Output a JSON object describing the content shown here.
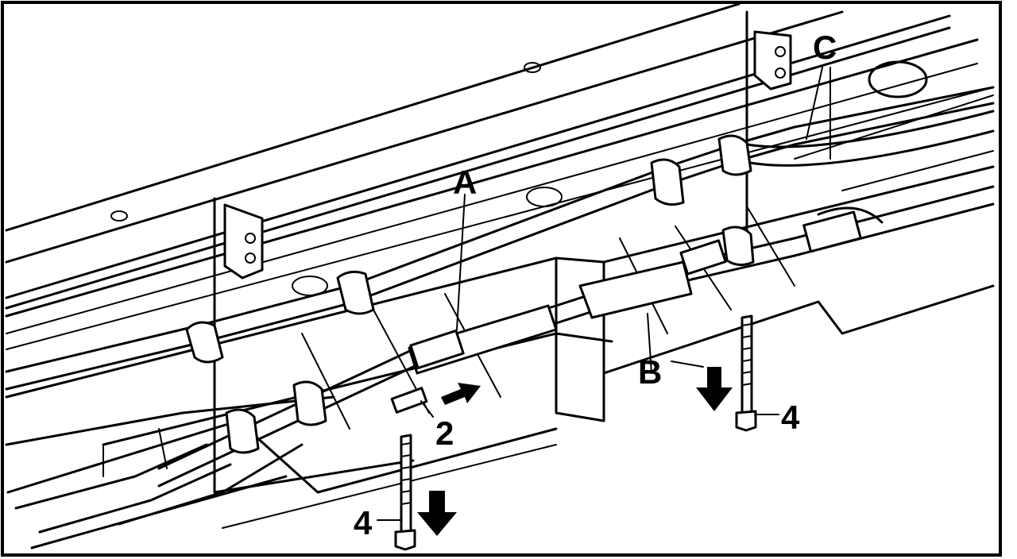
{
  "diagram": {
    "callouts": {
      "a": "A",
      "b": "B",
      "c": "C",
      "two": "2",
      "four_left": "4",
      "four_right": "4"
    }
  }
}
